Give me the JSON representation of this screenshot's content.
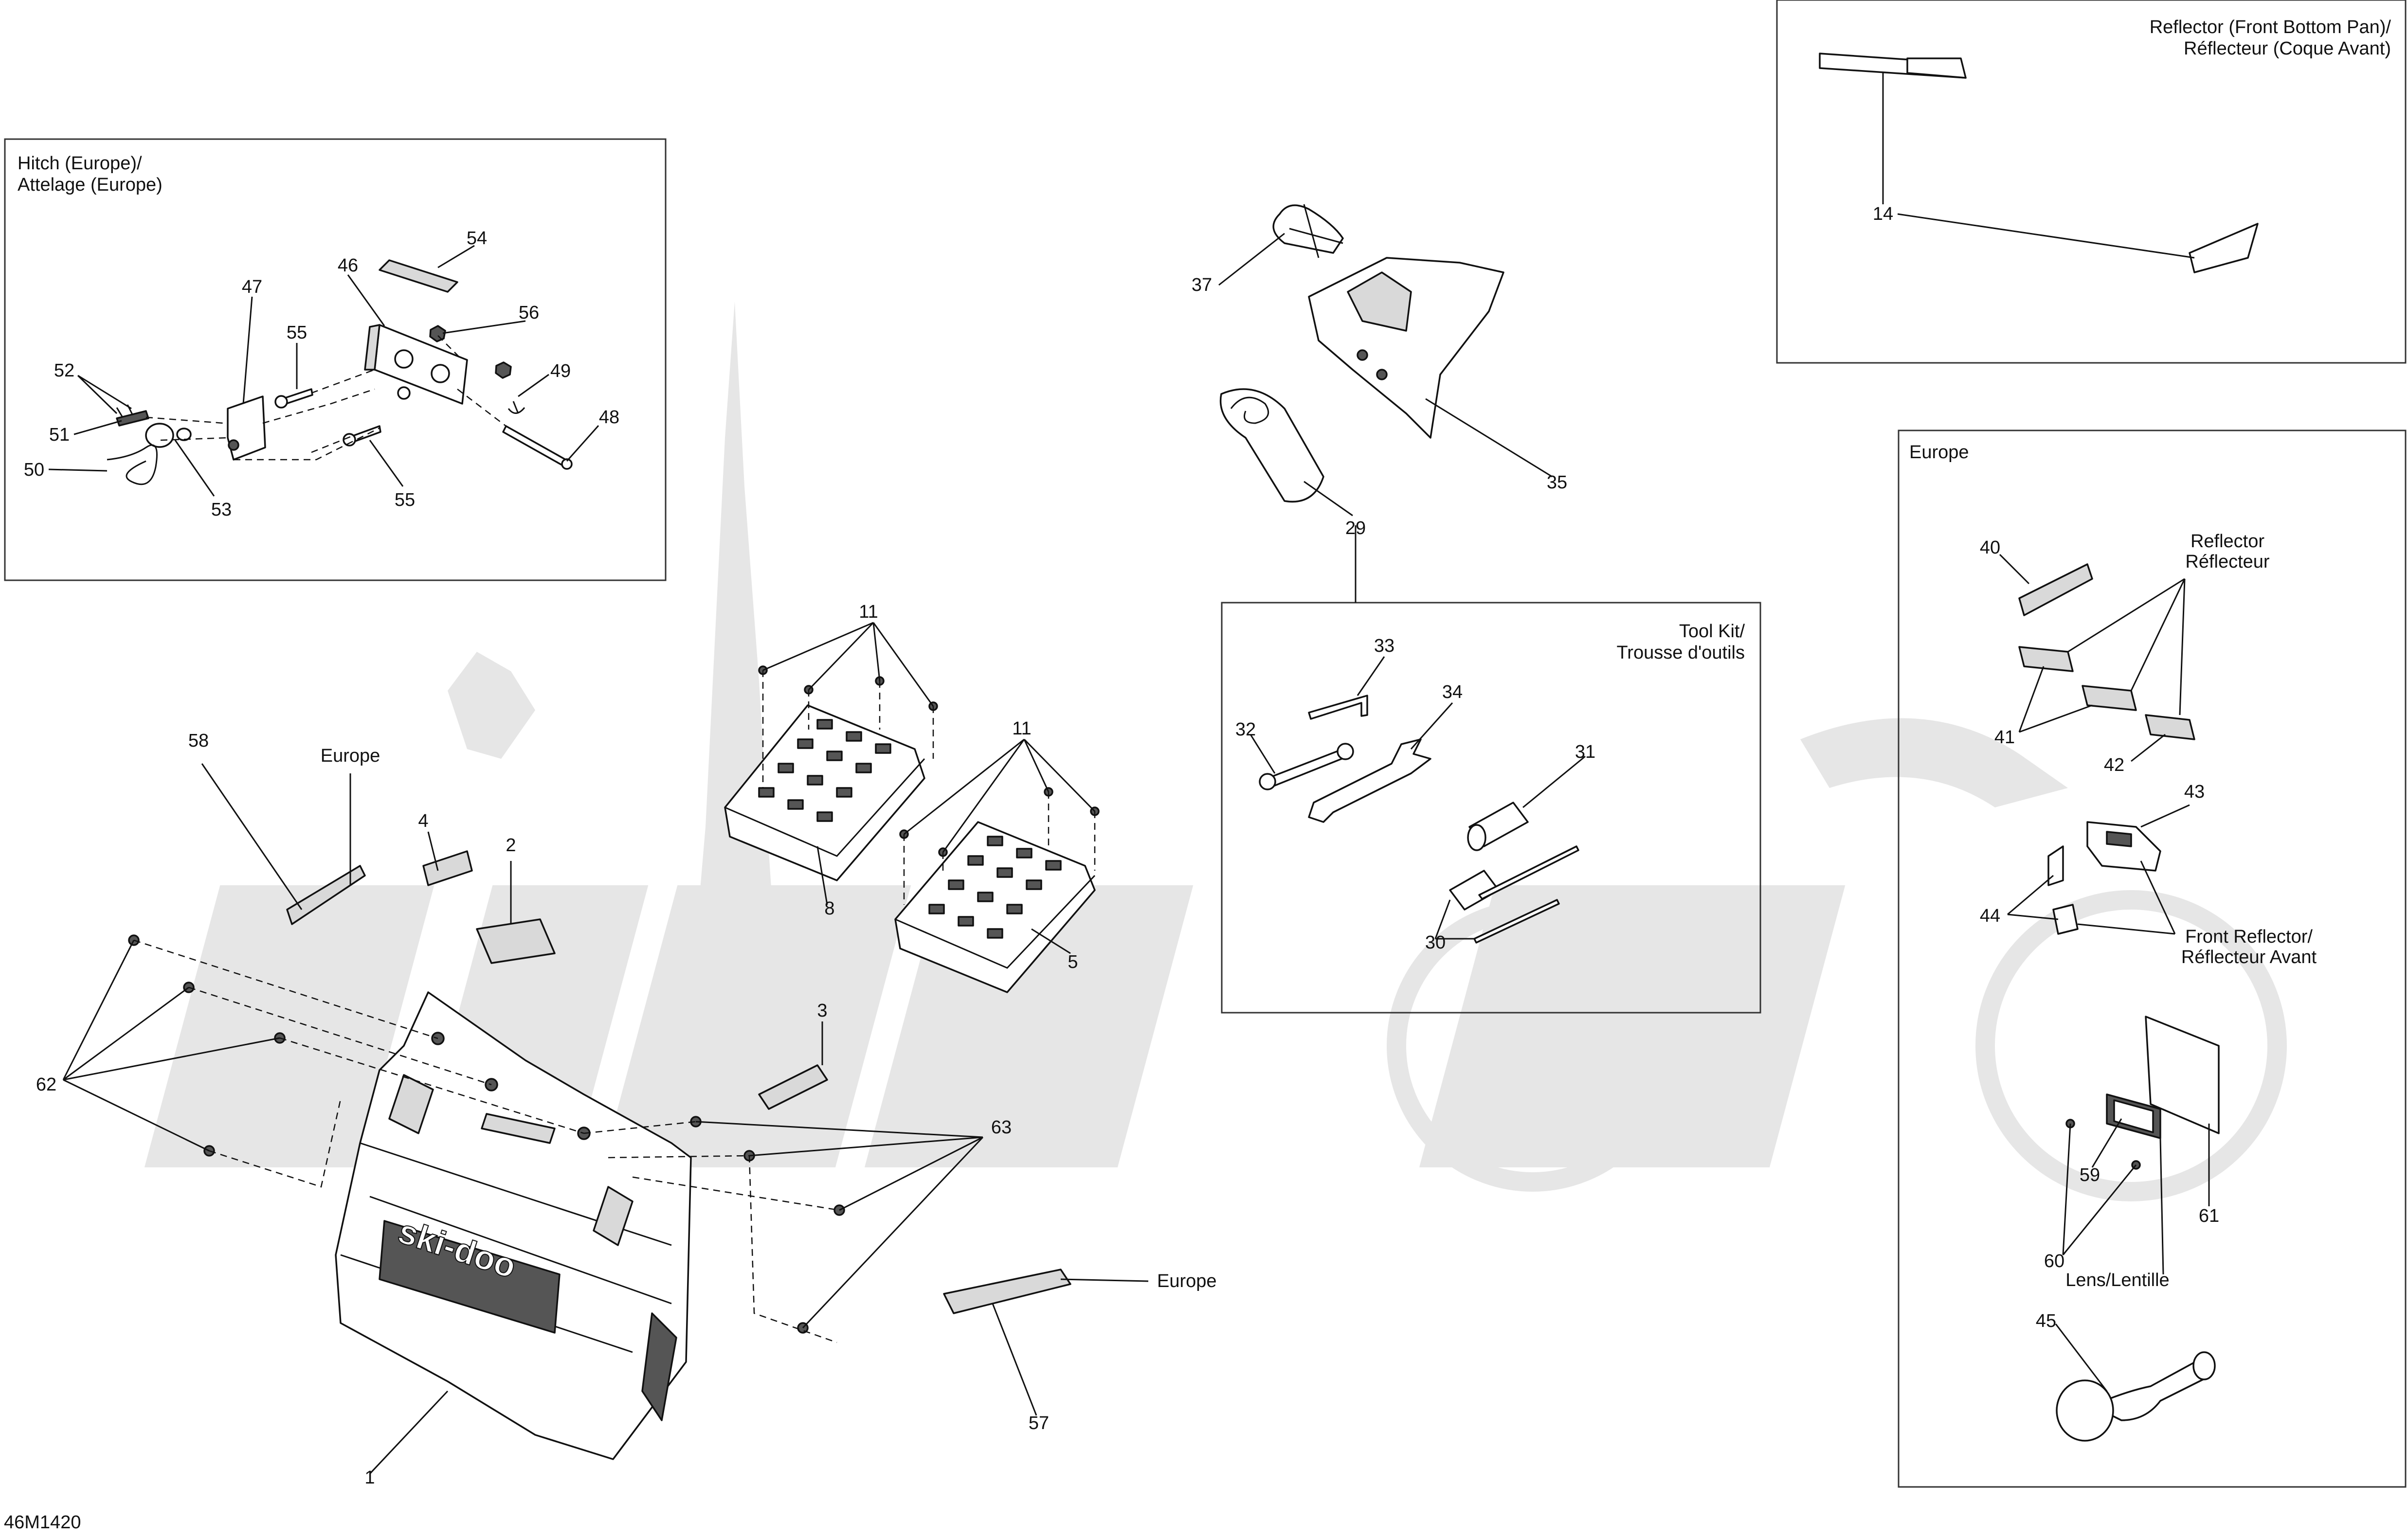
{
  "drawing_id": "46M1420",
  "insets": {
    "hitch": {
      "title_line1": "Hitch (Europe)/",
      "title_line2": "Attelage (Europe)"
    },
    "reflector_front_bottom_pan": {
      "title_line1": "Reflector (Front Bottom Pan)/",
      "title_line2": "Réflecteur (Coque Avant)"
    },
    "tool_kit": {
      "title_line1": "Tool Kit/",
      "title_line2": "Trousse d'outils"
    },
    "europe": {
      "title": "Europe"
    }
  },
  "annotations": {
    "europe_58": "Europe",
    "europe_57": "Europe",
    "reflector_line1": "Reflector",
    "reflector_line2": "Réflecteur",
    "front_reflector_line1": "Front Reflector/",
    "front_reflector_line2": "Réflecteur Avant",
    "lens": "Lens/Lentille"
  },
  "callouts": {
    "c1": "1",
    "c2": "2",
    "c3": "3",
    "c4": "4",
    "c5": "5",
    "c8": "8",
    "c11a": "11",
    "c11b": "11",
    "c14": "14",
    "c29": "29",
    "c30": "30",
    "c31": "31",
    "c32": "32",
    "c33": "33",
    "c34": "34",
    "c35": "35",
    "c37": "37",
    "c40": "40",
    "c41": "41",
    "c42": "42",
    "c43": "43",
    "c44": "44",
    "c45": "45",
    "c46": "46",
    "c47": "47",
    "c48": "48",
    "c49": "49",
    "c50": "50",
    "c51": "51",
    "c52": "52",
    "c53": "53",
    "c54": "54",
    "c55a": "55",
    "c55b": "55",
    "c56": "56",
    "c57": "57",
    "c58": "58",
    "c59": "59",
    "c60": "60",
    "c61": "61",
    "c62": "62",
    "c63": "63"
  }
}
